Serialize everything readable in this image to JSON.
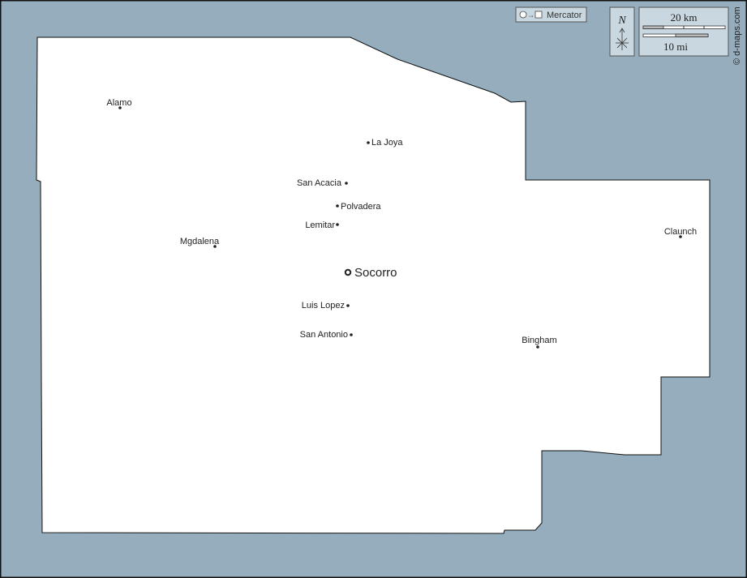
{
  "map": {
    "background_color": "#95adbd",
    "land_color": "#ffffff",
    "projection_label": "Mercator",
    "credit": "© d-maps.com",
    "north_label": "N",
    "scale": {
      "km_label": "20 km",
      "mi_label": "10 mi"
    },
    "capital": {
      "name": "Socorro"
    },
    "towns": [
      {
        "name": "Alamo"
      },
      {
        "name": "La Joya"
      },
      {
        "name": "San Acacia"
      },
      {
        "name": "Polvadera"
      },
      {
        "name": "Lemitar"
      },
      {
        "name": "Mgdalena"
      },
      {
        "name": "Claunch"
      },
      {
        "name": "Luis Lopez"
      },
      {
        "name": "San Antonio"
      },
      {
        "name": "Bingham"
      }
    ]
  }
}
